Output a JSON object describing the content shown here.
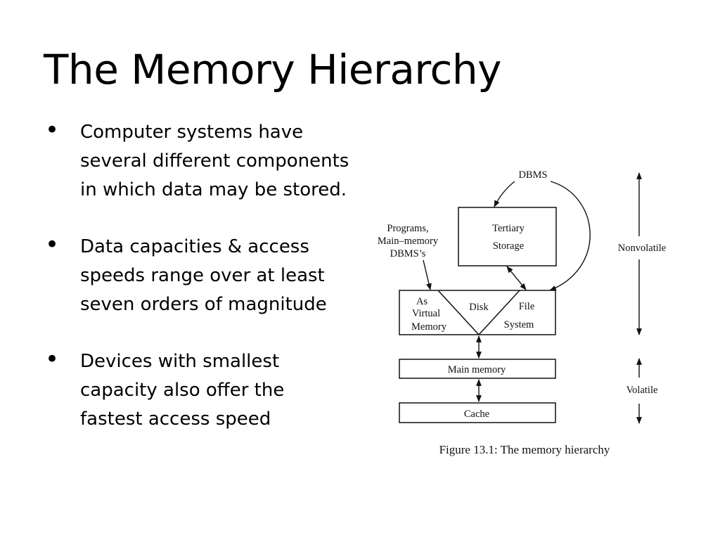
{
  "slide": {
    "title": "The Memory Hierarchy",
    "bullets": [
      "Computer systems have several different components in which data may be stored.",
      "Data capacities & access speeds range over at least seven orders of magnitude",
      "Devices with smallest capacity also offer the fastest access speed"
    ]
  },
  "figure": {
    "dbms": "DBMS",
    "programs": [
      "Programs,",
      "Main–memory",
      "DBMS’s"
    ],
    "tertiary": [
      "Tertiary",
      "Storage"
    ],
    "virtual": [
      "As",
      "Virtual",
      "Memory"
    ],
    "disk": "Disk",
    "file_system": [
      "File",
      "System"
    ],
    "main_memory": "Main memory",
    "cache": "Cache",
    "nonvolatile": "Nonvolatile",
    "volatile": "Volatile",
    "caption": "Figure 13.1: The memory hierarchy"
  }
}
